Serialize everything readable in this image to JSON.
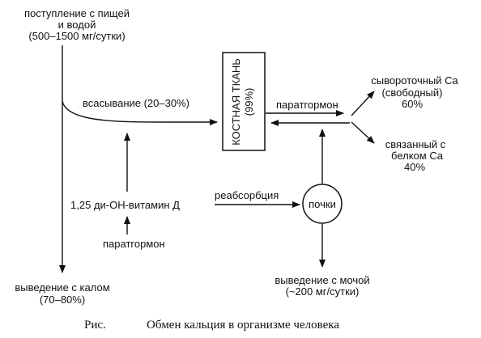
{
  "intake": {
    "line1": "поступление с пищей",
    "line2": "и водой",
    "line3": "(500–1500 мг/сутки)"
  },
  "absorption": "всасывание (20–30%)",
  "bone": {
    "line1": "КОСТНАЯ ТКАНЬ",
    "line2": "(99%)"
  },
  "pth_right": "паратгормон",
  "serum_free": {
    "line1": "сывороточный Ca",
    "line2": "(свободный)",
    "line3": "60%"
  },
  "protein_bound": {
    "line1": "связанный с",
    "line2": "белком Ca",
    "line3": "40%"
  },
  "vitamin_d": "1,25 ди-ОН-витамин Д",
  "reabsorption": "реабсорбция",
  "kidneys": "почки",
  "pth_bottom": "паратгормон",
  "fecal": {
    "line1": "выведение с калом",
    "line2": "(70–80%)"
  },
  "urine": {
    "line1": "выведение с мочой",
    "line2": "(~200 мг/сутки)"
  },
  "caption": {
    "prefix": "Рис.",
    "text": "Обмен кальция в организме человека"
  }
}
